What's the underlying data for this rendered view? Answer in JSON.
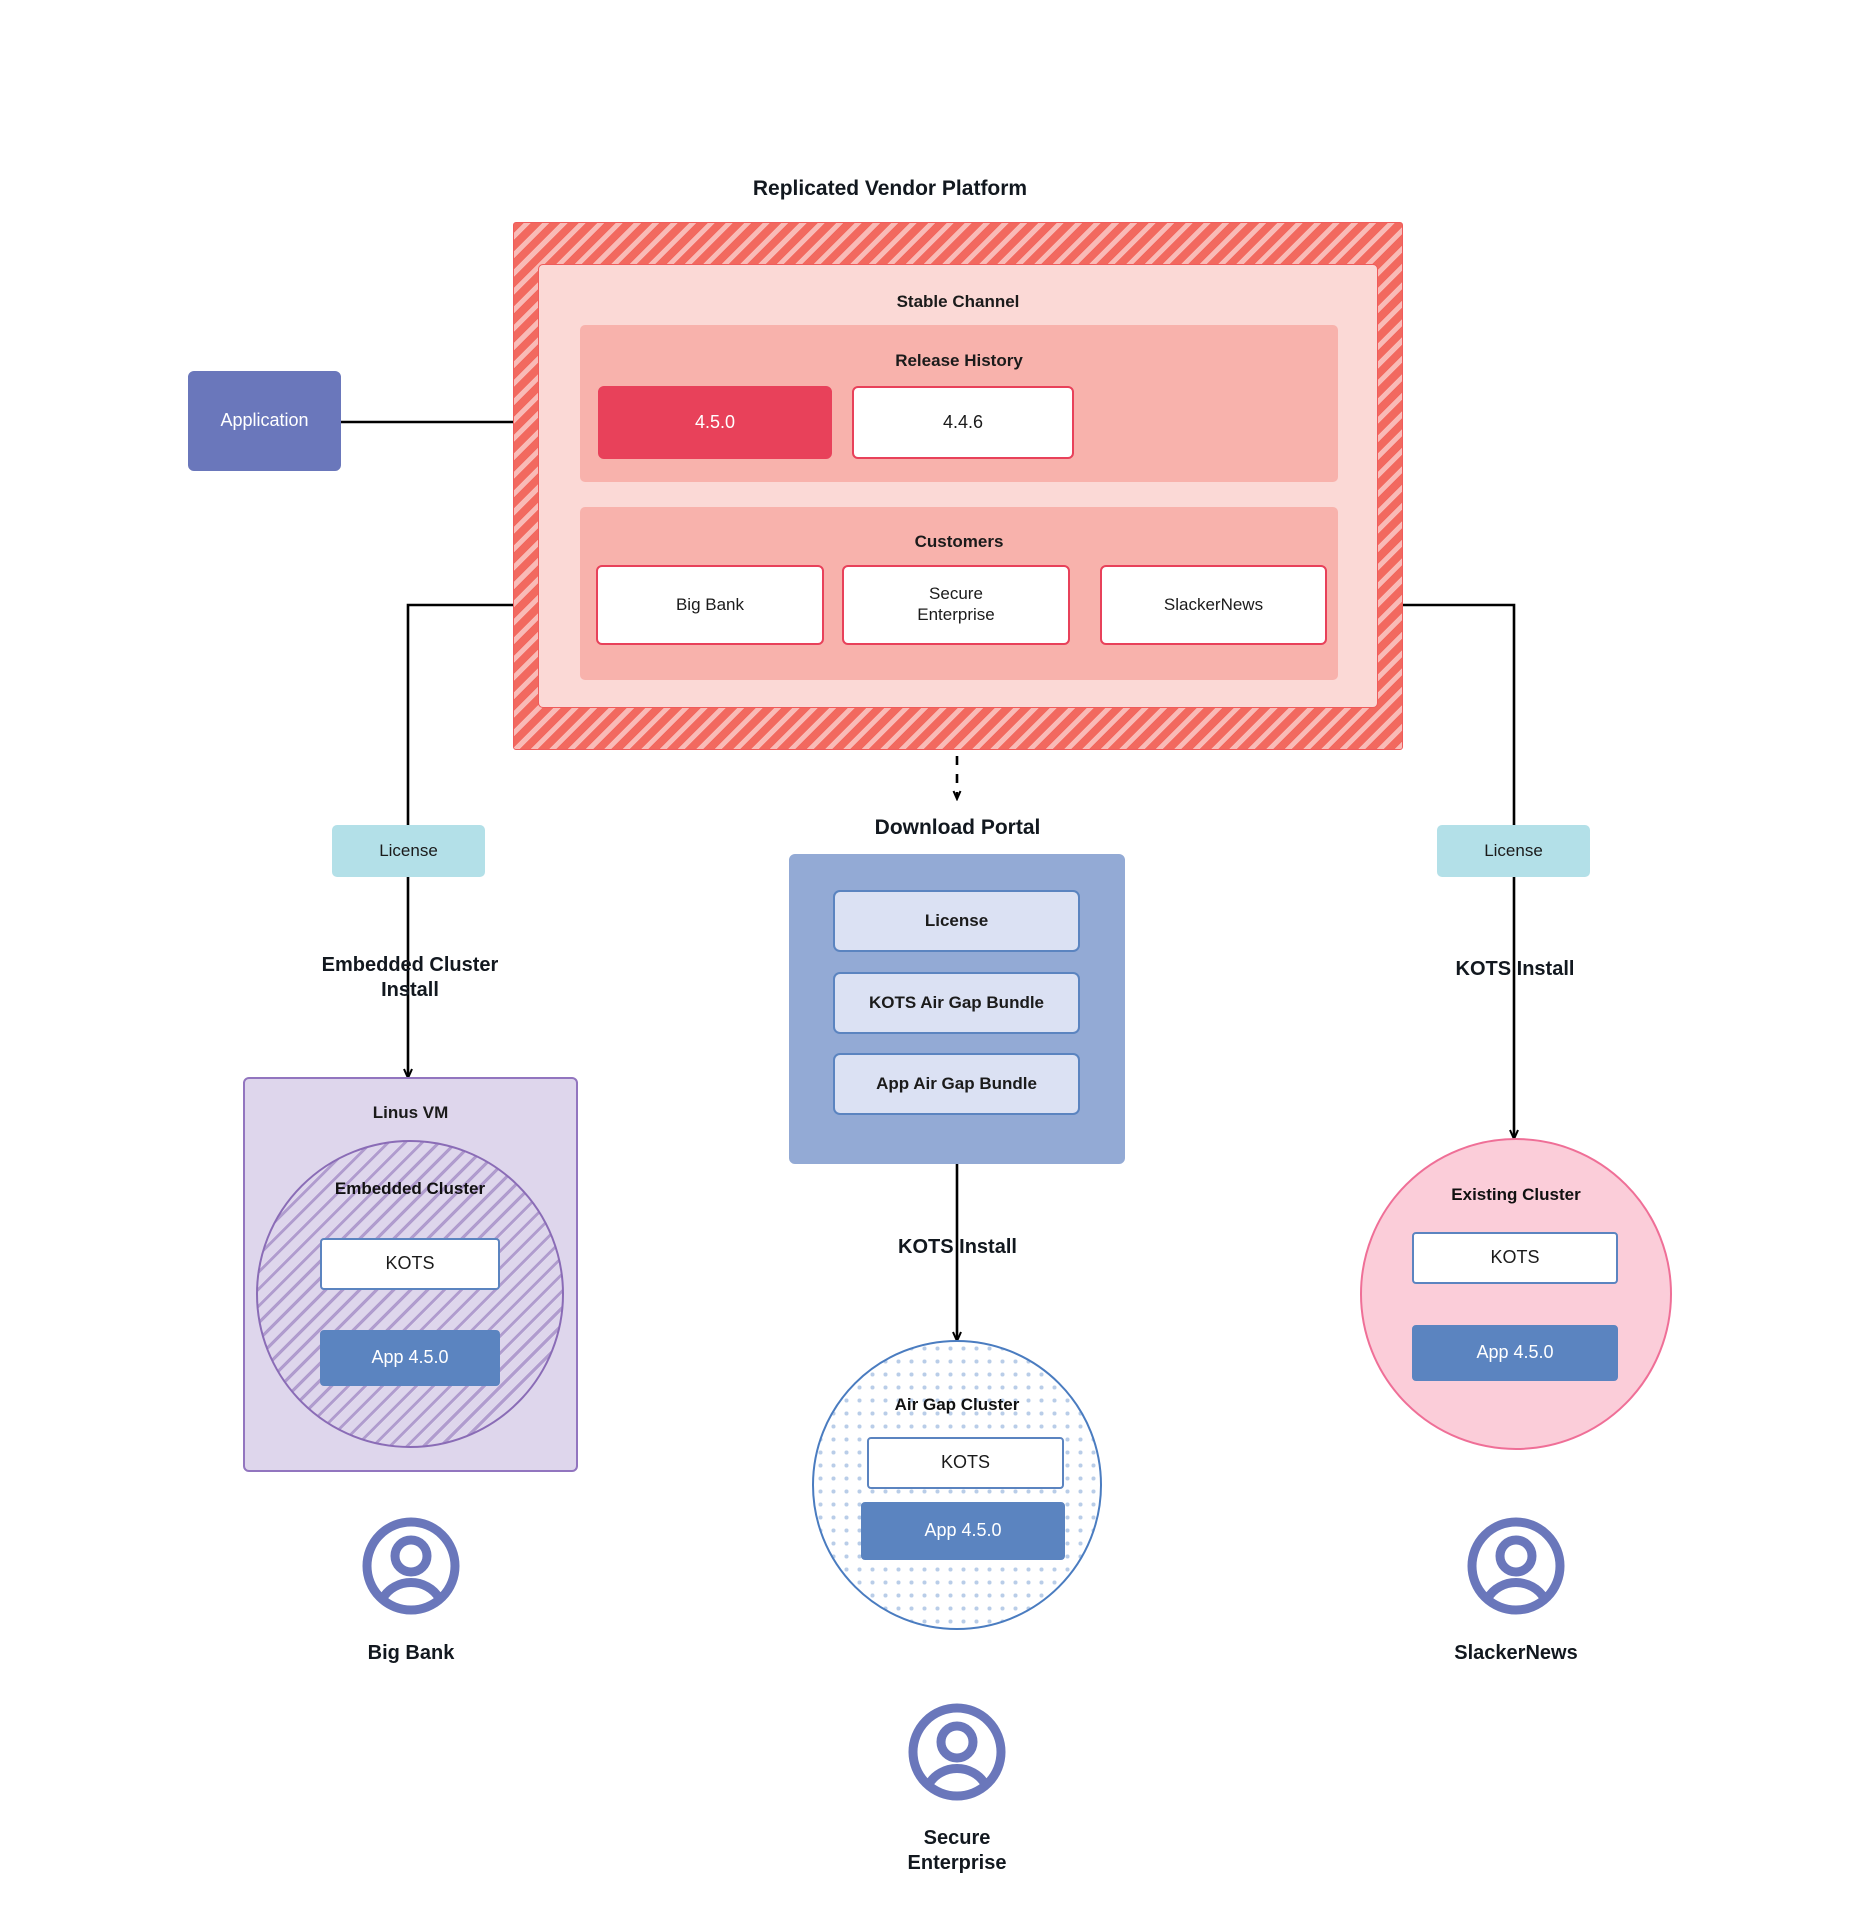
{
  "platform": {
    "title": "Replicated Vendor Platform",
    "channel": {
      "title": "Stable Channel",
      "release_history": {
        "title": "Release History",
        "releases": [
          {
            "version": "4.5.0",
            "state": "active"
          },
          {
            "version": "4.4.6",
            "state": "previous"
          }
        ]
      },
      "customers": {
        "title": "Customers",
        "items": [
          {
            "name": "Big Bank"
          },
          {
            "name": "Secure\nEnterprise"
          },
          {
            "name": "SlackerNews"
          }
        ]
      }
    }
  },
  "application": {
    "label": "Application"
  },
  "licenses": {
    "left_label": "License",
    "right_label": "License"
  },
  "download_portal": {
    "title": "Download  Portal",
    "items": [
      {
        "label": "License"
      },
      {
        "label": "KOTS Air Gap Bundle"
      },
      {
        "label": "App Air Gap Bundle"
      }
    ]
  },
  "flows": {
    "embedded_cluster_install": "Embedded Cluster\nInstall",
    "kots_install_center": "KOTS Install",
    "kots_install_right": "KOTS Install"
  },
  "targets": {
    "linux_vm": {
      "title": "Linus VM",
      "cluster_title": "Embedded Cluster",
      "kots_label": "KOTS",
      "app_label": "App 4.5.0"
    },
    "air_gap_cluster": {
      "title": "Air Gap Cluster",
      "kots_label": "KOTS",
      "app_label": "App 4.5.0"
    },
    "existing_cluster": {
      "title": "Existing Cluster",
      "kots_label": "KOTS",
      "app_label": "App 4.5.0"
    }
  },
  "personas": [
    {
      "name": "Big Bank",
      "icon": "user-avatar-icon"
    },
    {
      "name": "Secure\nEnterprise",
      "icon": "user-avatar-icon"
    },
    {
      "name": "SlackerNews",
      "icon": "user-avatar-icon"
    }
  ],
  "colors": {
    "platform_hatch": "#f2695f",
    "channel_bg": "#fbd9d6",
    "subpanel_bg": "#f8b2ac",
    "release_active": "#e8415a",
    "application_fill": "#6a77bb",
    "license_fill": "#b3e0e8",
    "portal_fill": "#93aad5",
    "portal_item_fill": "#dbe1f3",
    "vm_fill": "#ded6ec",
    "vm_stroke": "#8a6cb6",
    "airgap_stroke": "#4a7cc0",
    "existing_fill": "#fbcdd9",
    "existing_stroke": "#ef6f97",
    "app_fill": "#5b84c0",
    "avatar_stroke": "#6a77bb"
  }
}
